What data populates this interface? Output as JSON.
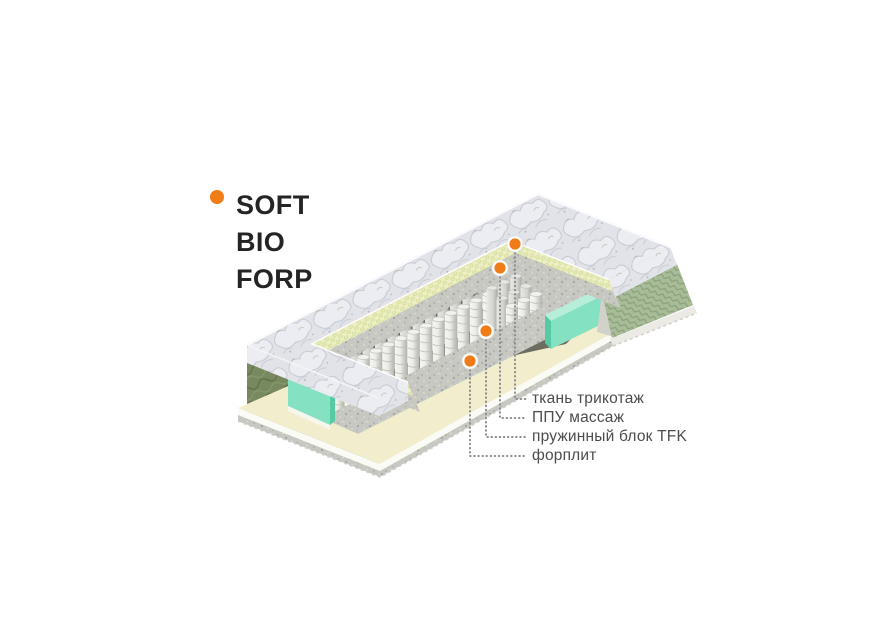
{
  "title": {
    "lines": [
      "SOFT",
      "BIO",
      "FORP"
    ],
    "bullet_color": "#f07c17"
  },
  "diagram": {
    "type": "mattress-layer-cutaway",
    "callouts": [
      {
        "text": "ткань трикотаж"
      },
      {
        "text": "ППУ массаж"
      },
      {
        "text": "пружинный блок TFK"
      },
      {
        "text": "форплит"
      }
    ]
  },
  "colors": {
    "accent_orange": "#f07c17",
    "title_text": "#242424",
    "label_text": "#4c4c4c",
    "callout_line": "#8a8b90",
    "quilt_fabric": "#e2e3e8",
    "foam_yellow": "#edf0c3",
    "felt_gray": "#c8c8c3",
    "spring_white": "#ececea",
    "teal_foam": "#84e1c2",
    "side_green_dark": "#78895f",
    "side_green_light": "#a9bc99",
    "base_cream": "#f2eecd",
    "background": "#ffffff"
  }
}
